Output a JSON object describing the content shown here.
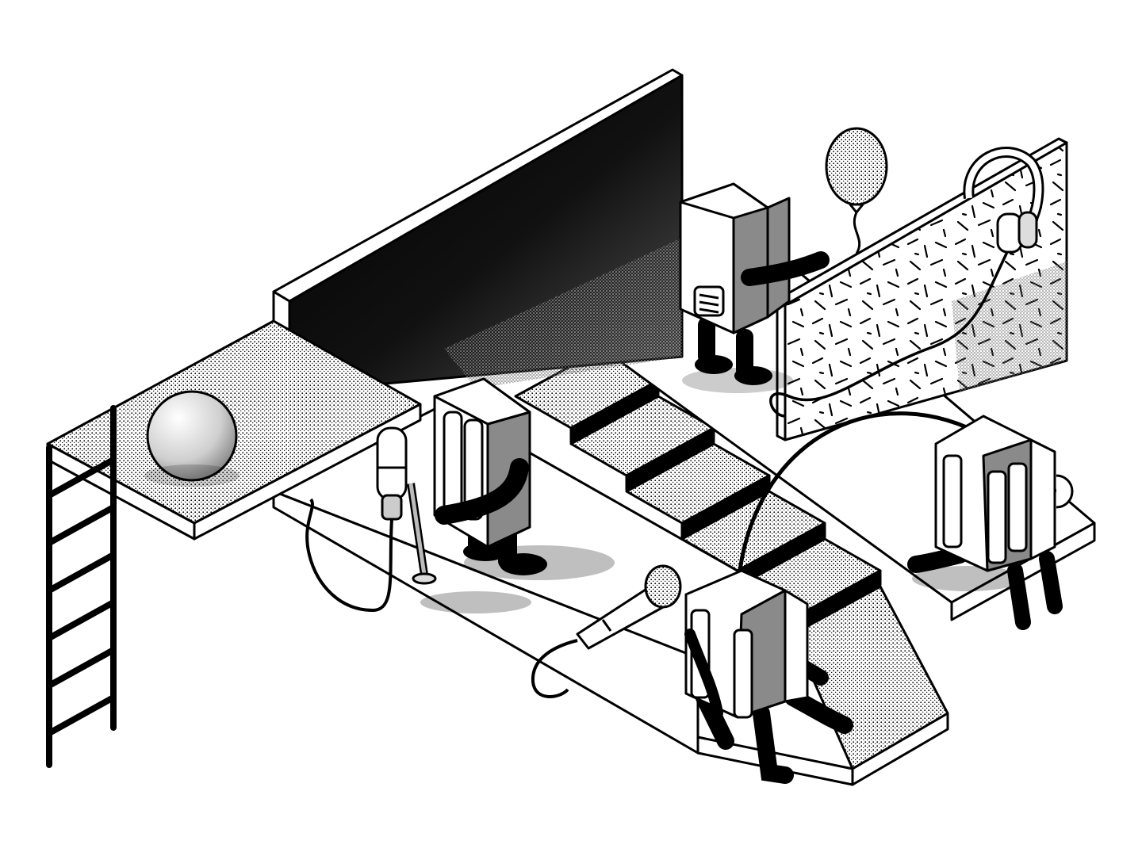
{
  "palette": {
    "ink": "#000000",
    "paper": "#ffffff",
    "mid": "#8a8a8a",
    "light": "#d6d6d6"
  },
  "objects": [
    "ladder",
    "sphere",
    "tall-black-wall",
    "patterned-panel",
    "balloon",
    "headphones",
    "studio-microphone",
    "handheld-microphone",
    "character-standing-center",
    "character-standing-back",
    "character-sitting-right",
    "character-sitting-front",
    "stair-steps"
  ]
}
